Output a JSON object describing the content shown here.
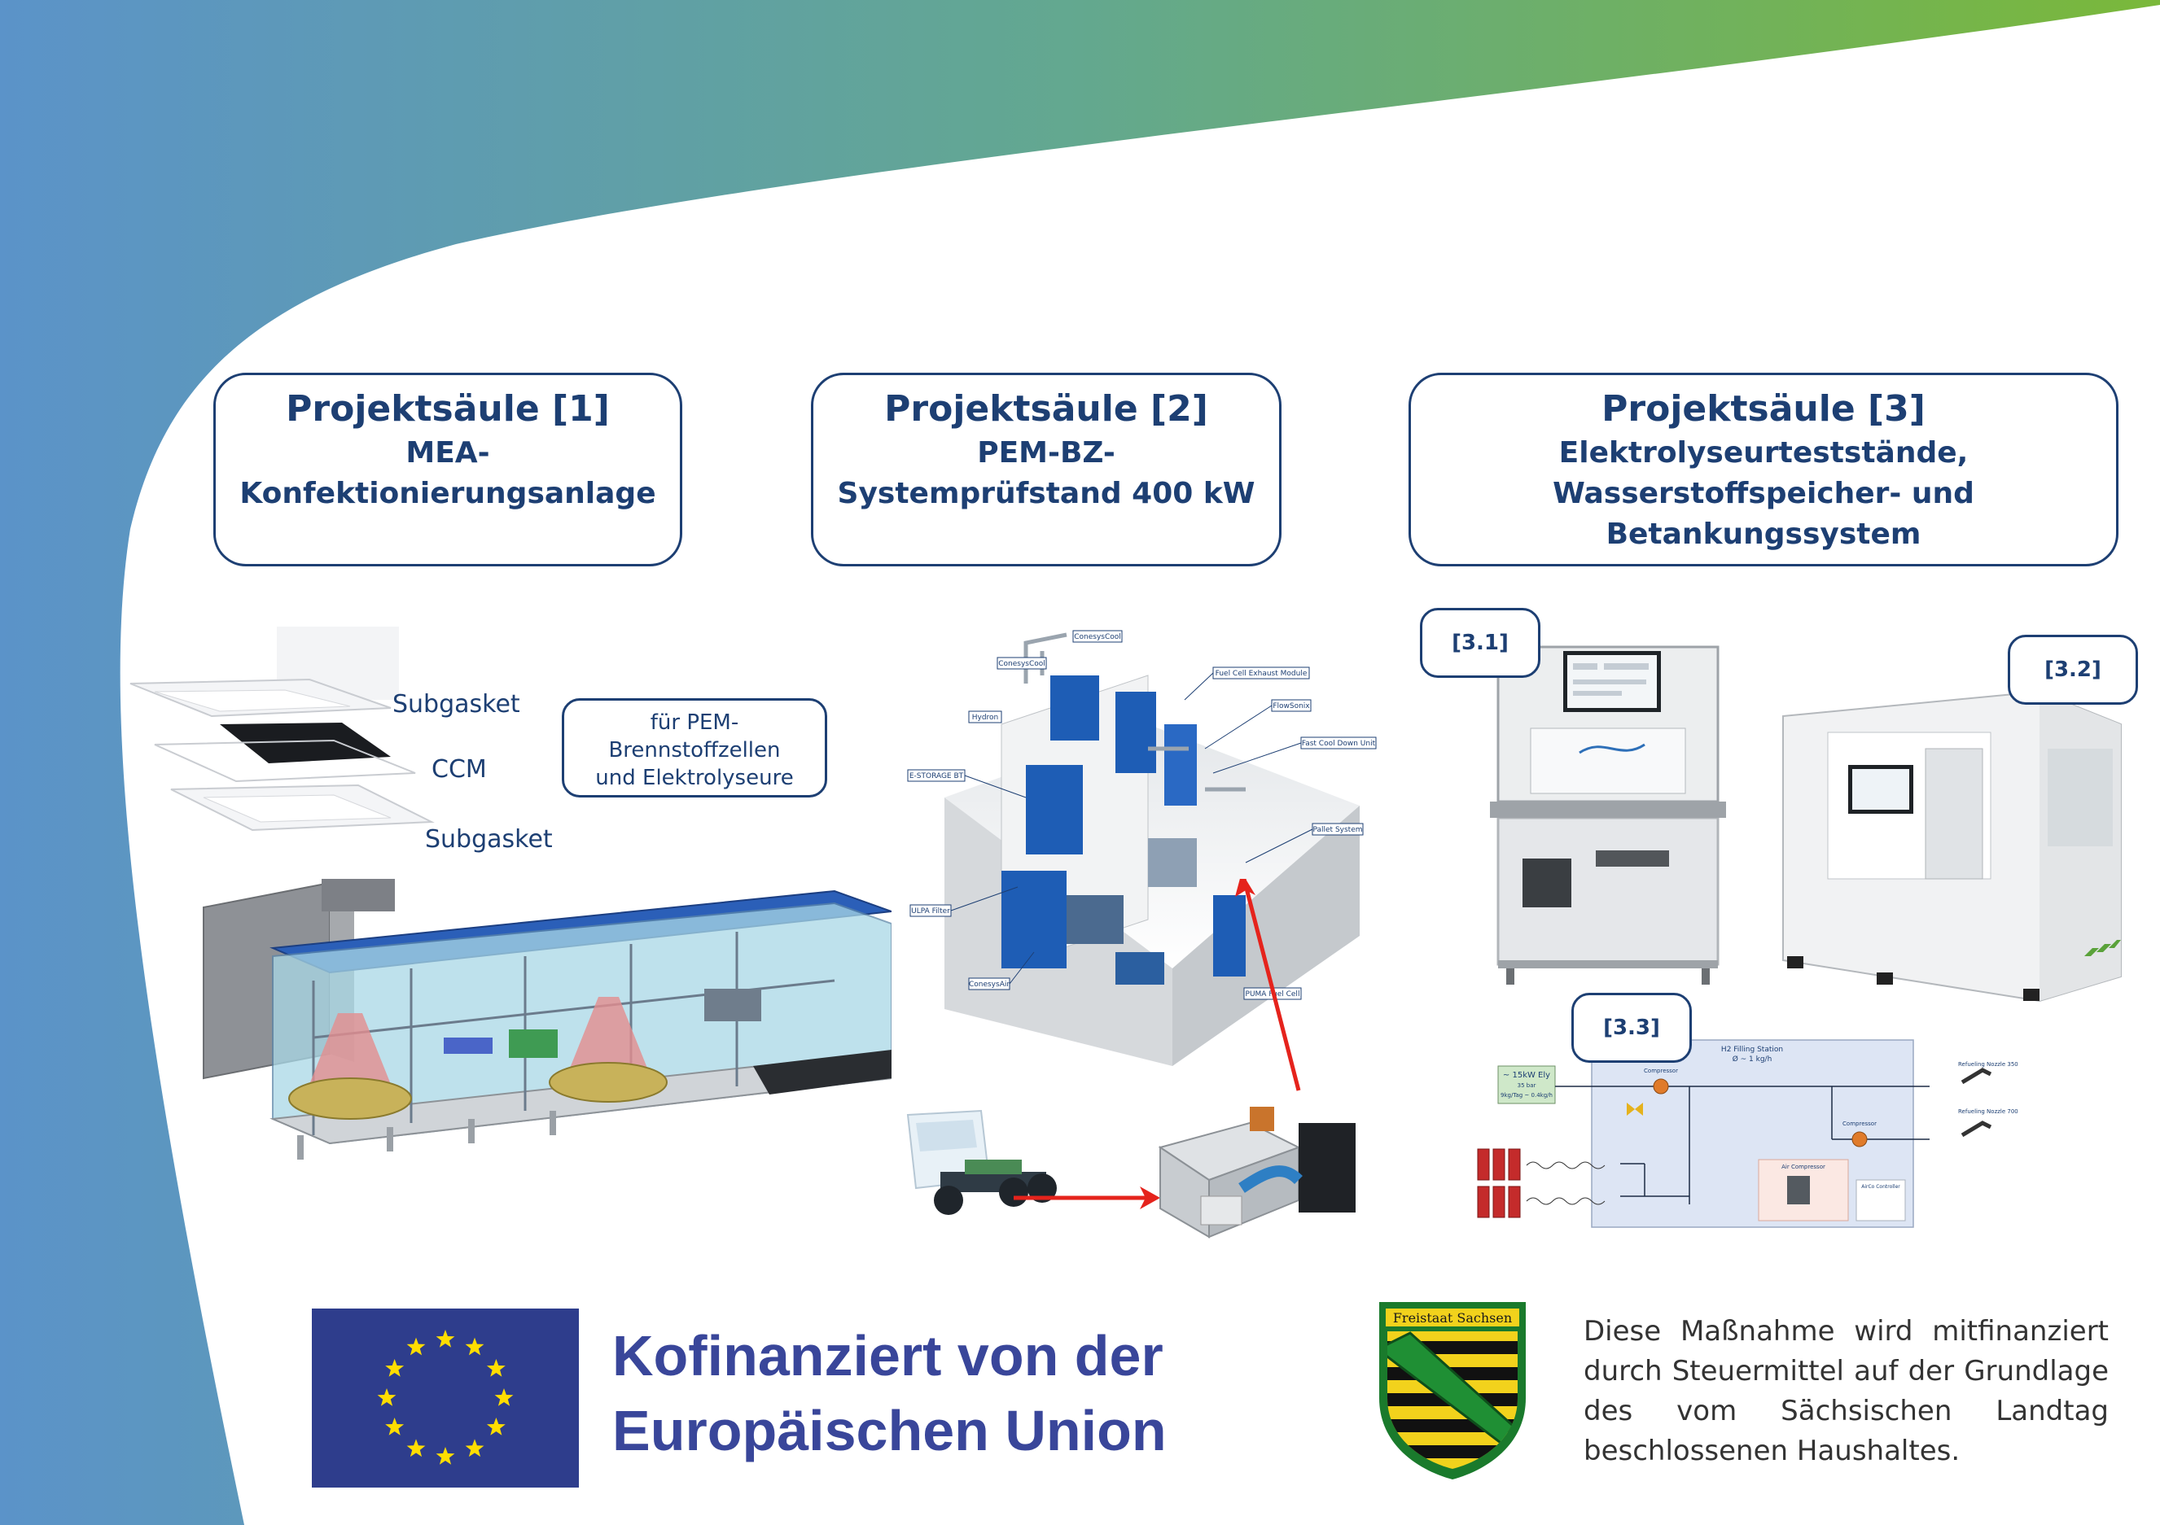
{
  "pillars": [
    {
      "title": "Projektsäule [1]",
      "line1": "MEA-",
      "line2": "Konfektionierungsanlage",
      "line3": ""
    },
    {
      "title": "Projektsäule [2]",
      "line1": "PEM-BZ-",
      "line2": "Systemprüfstand 400 kW",
      "line3": ""
    },
    {
      "title": "Projektsäule [3]",
      "line1": "Elektrolyseurteststände,",
      "line2": "Wasserstoffspeicher- und",
      "line3": "Betankungssystem"
    }
  ],
  "mea": {
    "subgasket_top": "Subgasket",
    "ccm": "CCM",
    "subgasket_bottom": "Subgasket",
    "note_line1": "für PEM-",
    "note_line2": "Brennstoffzellen",
    "note_line3": "und Elektrolyseure"
  },
  "test_stand_labels": [
    "ConesysCool",
    "ConesysCool",
    "Hydron",
    "Fuel Cell Exhaust Module",
    "FlowSonix",
    "Fast Cool Down Unit",
    "E-STORAGE BT",
    "Pallet System",
    "ULPA Filter",
    "ConesysAir",
    "PUMA Fuel Cell"
  ],
  "sub_tags": {
    "t31": "[3.1]",
    "t32": "[3.2]",
    "t33": "[3.3]"
  },
  "schematic": {
    "title": "H2 Filling Station",
    "subtitle": "Ø ~ 1 kg/h",
    "ely_line1": "~ 15kW Ely",
    "ely_line2": "35 bar",
    "ely_line3": "9kg/Tag ~ 0.4kg/h",
    "compressor": "Compressor",
    "air_compressor": "Air Compressor",
    "airco_controller": "AirCo Controller",
    "refuel_350": "Refueling Nozzle 350 bar",
    "refuel_700": "Refueling Nozzle 700 bar"
  },
  "funding": {
    "eu_line1": "Kofinanziert von der",
    "eu_line2": "Europäischen Union",
    "sachsen_crest_label": "Freistaat Sachsen",
    "sachsen_text": "Diese Maßnahme wird mitfinanziert durch Steuermittel auf der Grundlage des vom Sächsischen Landtag beschlossenen Haushaltes."
  },
  "colors": {
    "navy": "#1d3f73",
    "gradient_blue": "#5b93c9",
    "gradient_green": "#7ab83a",
    "arrow_red": "#e5231c",
    "eu_blue": "#2e3d8c",
    "eu_star": "#ffdd00"
  }
}
